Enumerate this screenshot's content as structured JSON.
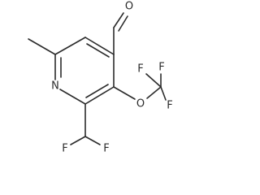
{
  "molecule": {
    "atoms": {
      "aldehyde_o": "O",
      "ring_n": "N",
      "ether_o": "O",
      "cf3_f1": "F",
      "cf3_f2": "F",
      "cf3_f3": "F",
      "chf2_f1": "F",
      "chf2_f2": "F"
    }
  }
}
